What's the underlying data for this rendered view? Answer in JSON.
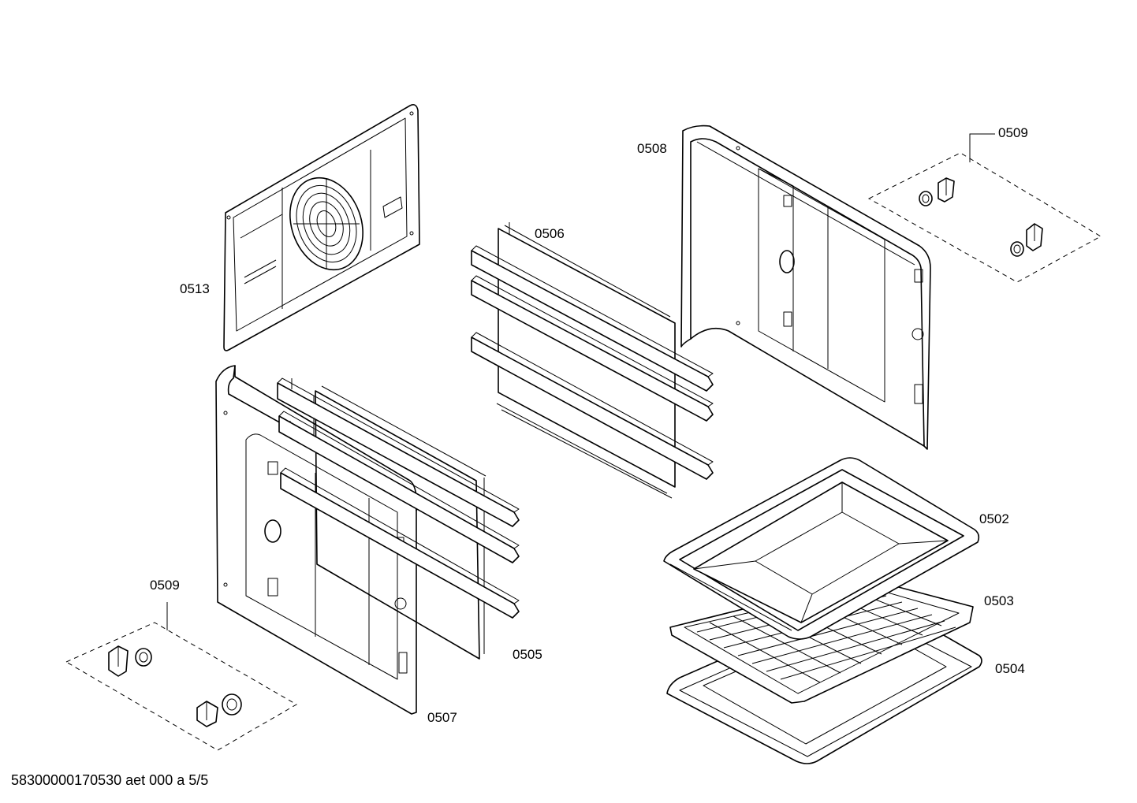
{
  "parts": [
    {
      "id": "0513",
      "name": "back-panel-with-fan-cover"
    },
    {
      "id": "0506",
      "name": "shelf-support-rail-right"
    },
    {
      "id": "0508",
      "name": "side-panel-right"
    },
    {
      "id": "0509",
      "name": "fixing-kit"
    },
    {
      "id": "0505",
      "name": "shelf-support-rail-left"
    },
    {
      "id": "0507",
      "name": "side-panel-left"
    },
    {
      "id": "0502",
      "name": "roasting-pan"
    },
    {
      "id": "0503",
      "name": "wire-grid-shelf"
    },
    {
      "id": "0504",
      "name": "baking-tray"
    }
  ],
  "labels": {
    "p0513": "0513",
    "p0506": "0506",
    "p0508": "0508",
    "p0509_top": "0509",
    "p0509_bottom": "0509",
    "p0505": "0505",
    "p0507": "0507",
    "p0502": "0502",
    "p0503": "0503",
    "p0504": "0504"
  },
  "footer": {
    "doc_id": "58300000170530 aet 000 a 5/5"
  }
}
